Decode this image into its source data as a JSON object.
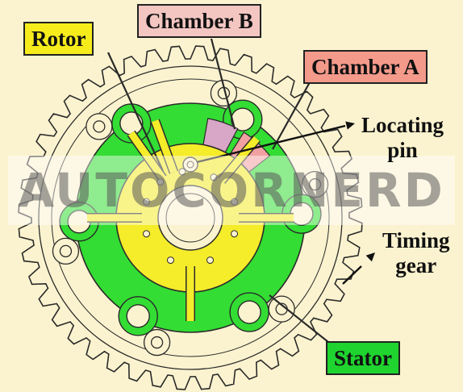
{
  "labels": {
    "rotor": "Rotor",
    "chamber_b": "Chamber B",
    "chamber_a": "Chamber A",
    "locating_pin": [
      "Locating",
      "pin"
    ],
    "timing_gear": [
      "Timing",
      "gear"
    ],
    "stator": "Stator"
  },
  "watermark": "AUTOCORNERD",
  "colors": {
    "background": "#fbf3cf",
    "rotor_box": "#f6ec1c",
    "chamber_b_box": "#f3c6c2",
    "chamber_a_box": "#f49a8a",
    "stator_box": "#1fd42f",
    "stator_fill": "#33dd33",
    "rotor_fill": "#f5ec2a",
    "chamber_b_fill": "#d8a6c6",
    "chamber_a_fill": "#f0a0a0",
    "line": "#2a2a2a"
  }
}
